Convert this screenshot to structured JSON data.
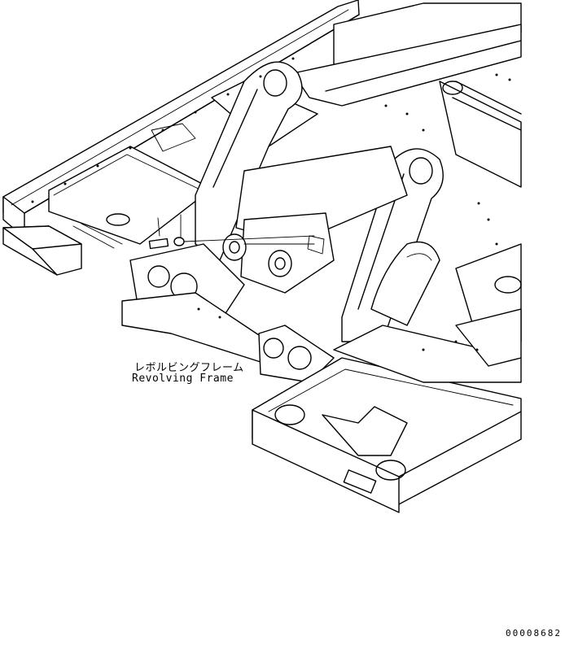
{
  "callout": {
    "label_japanese": "レボルビングフレーム",
    "label_english": "Revolving Frame"
  },
  "drawing_number": "00008682",
  "colors": {
    "line": "#000000",
    "background": "#ffffff"
  }
}
